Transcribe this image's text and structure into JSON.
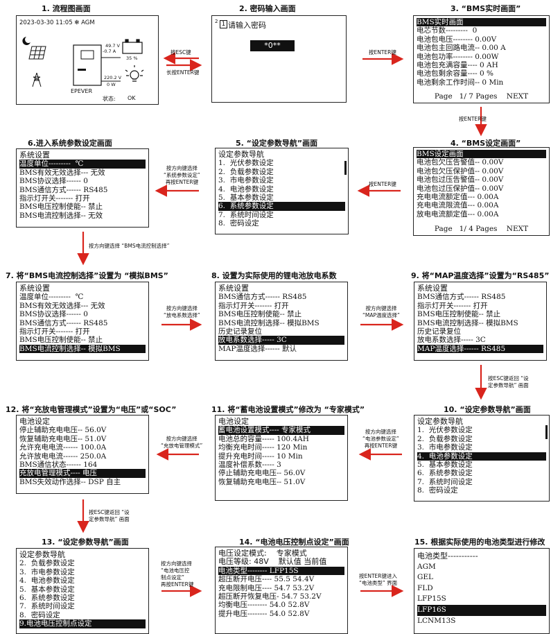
{
  "titles": {
    "t1": "1. 流程图画面",
    "t2": "2. 密码输入画面",
    "t3": "3. “BMS实时画面”",
    "t4": "4. “BMS设定画面”",
    "t5": "5. “设定参数导航”画面",
    "t6": "6.进入系统参数设定画面",
    "t7": "7. 将“BMS电流控制选择”设置为 “模拟BMS”",
    "t8": "8. 设置为实际使用的锂电池放电系数",
    "t9": "9. 将“MAP温度选择”设置为“RS485”",
    "t10": "10. “设定参数导航”画面",
    "t11": "11. 将“蓄电池设置模式”修改为 “专家模式”",
    "t12": "12. 将“充放电管理模式”设置为“电压”或“SOC”",
    "t13": "13. “设定参数导航”画面",
    "t14": "14. “电池电压控制点设定”画面",
    "t15": "15. 根据实际使用的电池类型进行修改"
  },
  "screen1": {
    "datetime": "2023-03-30  11:05 ✻ AGM",
    "pv_voltage": "49.7 V",
    "pv_current": "-0.7  A",
    "battery_soc": "35 %",
    "load_voltage": "220.2 V",
    "load_power": "0  W",
    "brand": "EPEVER",
    "status_label": "状态:",
    "status_value": "OK"
  },
  "screen2": {
    "marker": "2",
    "prompt_num": "1",
    "prompt": "请输入密码",
    "password": "*0**"
  },
  "screen3": {
    "rows": [
      "BMS实时画面",
      "电芯节数---------  0",
      "电池包电压-------- 0.00V",
      "电池包主回路电流-- 0.00 A",
      "电池包功率-------- 0.00W",
      "电池包充满容量---- 0 AH",
      "电池包剩余容量---- 0 %",
      "电池剩余工作时间-- 0 Min"
    ],
    "footer": "Page   1/ 7 Pages    NEXT"
  },
  "screen4": {
    "rows": [
      "BMS设定画面",
      "电池包欠压告警值-- 0.00V",
      "电池包欠压保护值-- 0.00V",
      "电池包过压告警值-- 0.00V",
      "电池包过压保护值-- 0.00V",
      "充电电流额定值--- 0.00A",
      "充电电流限流值--- 0.00A",
      "放电电流额定值--- 0.00A"
    ],
    "footer": "Page   1/ 4 Pages    NEXT"
  },
  "screen5": {
    "rows": [
      "设定参数导航",
      "1.  光伏参数设定",
      "2.  负载参数设定",
      "3.  市电参数设定",
      "4.  电池参数设定",
      "5.  基本参数设定",
      "6.  系统参数设定",
      "7.  系统时间设定",
      "8.  密码设定"
    ]
  },
  "screen6": {
    "rows": [
      "系统设置",
      "温度单位---------  ℃",
      "BMS有效无效选择--- 无效",
      "BMS协议选择------ 0",
      "BMS通信方式------ RS485",
      "指示灯开关------- 打开",
      "BMS电压控制使能-- 禁止",
      "BMS电流控制选择-- 无效"
    ]
  },
  "screen7": {
    "rows": [
      "系统设置",
      "温度单位---------  ℃",
      "BMS有效无效选择--- 无效",
      "BMS协议选择------ 0",
      "BMS通信方式------ RS485",
      "指示灯开关------- 打开",
      "BMS电压控制使能-- 禁止",
      "BMS电流控制选择-- 模拟BMS"
    ]
  },
  "screen8": {
    "rows": [
      "系统设置",
      "BMS通信方式------ RS485",
      "指示灯开关------- 打开",
      "BMS电压控制使能-- 禁止",
      "BMS电流控制选择-- 模拟BMS",
      "历史记录复位",
      "放电系数选择----- 3C",
      "MAP温度选择------ 默认"
    ]
  },
  "screen9": {
    "rows": [
      "系统设置",
      "BMS通信方式------ RS485",
      "指示灯开关------- 打开",
      "BMS电压控制使能-- 禁止",
      "BMS电流控制选择-- 模拟BMS",
      "历史记录复位",
      "放电系数选择----- 3C",
      "MAP温度选择------ RS485"
    ]
  },
  "screen10": {
    "rows": [
      "设定参数导航",
      "1.  光伏参数设定",
      "2.  负载参数设定",
      "3.  市电参数设定",
      "4.  电池参数设定",
      "5.  基本参数设定",
      "6.  系统参数设定",
      "7.  系统时间设定",
      "8.  密码设定"
    ]
  },
  "screen11": {
    "rows": [
      "电池设定",
      "蓄电池设置模式---- 专家模式",
      "电池总的容量----- 100.4AH",
      "均衡充电时间----- 120 Min",
      "提升充电时间----- 10 Min",
      "温度补偿系数----- 3",
      "停止辅助充电电压-- 56.0V",
      "恢复辅助充电电压-- 51.0V"
    ]
  },
  "screen12": {
    "rows": [
      "电池设定",
      "停止辅助充电电压-- 56.0V",
      "恢复辅助充电电压-- 51.0V",
      "允许充电电流------ 100.0A",
      "允许放电电流------ 250.0A",
      "BMS通信状态------ 164",
      "充放电管理模式---- 电压",
      "BMS失效动作选择-- DSP 自主"
    ]
  },
  "screen13": {
    "rows": [
      "设定参数导航",
      "2.  负载参数设定",
      "3.  市电参数设定",
      "4.  电池参数设定",
      "5.  基本参数设定",
      "6.  系统参数设定",
      "7.  系统时间设定",
      "8.  密码设定",
      "9.电池电压控制点设定"
    ]
  },
  "screen14": {
    "rows": [
      "电压设定模式:    专家模式",
      "电压等级: 48V    默认值 当前值",
      "电池类型-------- LFP15S",
      "超压断开电压---- 55.5 54.4V",
      "充电限制电压---- 54.7 53.2V",
      "超压断开恢复电压- 54.7 53.2V",
      "均衡电压-------- 54.0 52.8V",
      "提升电压-------- 54.0 52.8V"
    ]
  },
  "screen15": {
    "rows": [
      "电池类型-----------",
      "AGM",
      "GEL",
      "FLD",
      "LFP15S",
      "LFP16S",
      "LCNM13S"
    ]
  },
  "notes": {
    "esc": "按ESC键",
    "long_enter": "长按ENTER键",
    "enter_3": "按ENTER键",
    "enter_4": "按ENTER键",
    "enter_5": "按ENTER键",
    "n6a": "按方向键选择",
    "n6b": "“系统参数设定”",
    "n6c": "再按ENTER键",
    "n7": "按方向键选择 “BMS电流控制选择”",
    "n8a": "按方向键选择",
    "n8b": "“放电系数选择”",
    "n9a": "按方向键选择",
    "n9b": "“MAP温度选择”",
    "n10a": "按ESC键返回 “设",
    "n10b": "定参数导航” 画面",
    "n11a": "按方向键选择",
    "n11b": "“电池参数设定”",
    "n11c": "再按ENTER键",
    "n12a": "按方向键选择",
    "n12b": "“充放电管理模式”",
    "n13a": "按ESC键返回 “设",
    "n13b": "定参数导航” 画面",
    "n14a": "按方向键选择",
    "n14b": "“电池电压控",
    "n14c": "制点设定”",
    "n14d": "再按ENTER键",
    "n15a": "按ENTER键进入",
    "n15b": "“电池类型” 界面"
  },
  "colors": {
    "arrow": "#d9251d",
    "highlight": "#111111"
  }
}
